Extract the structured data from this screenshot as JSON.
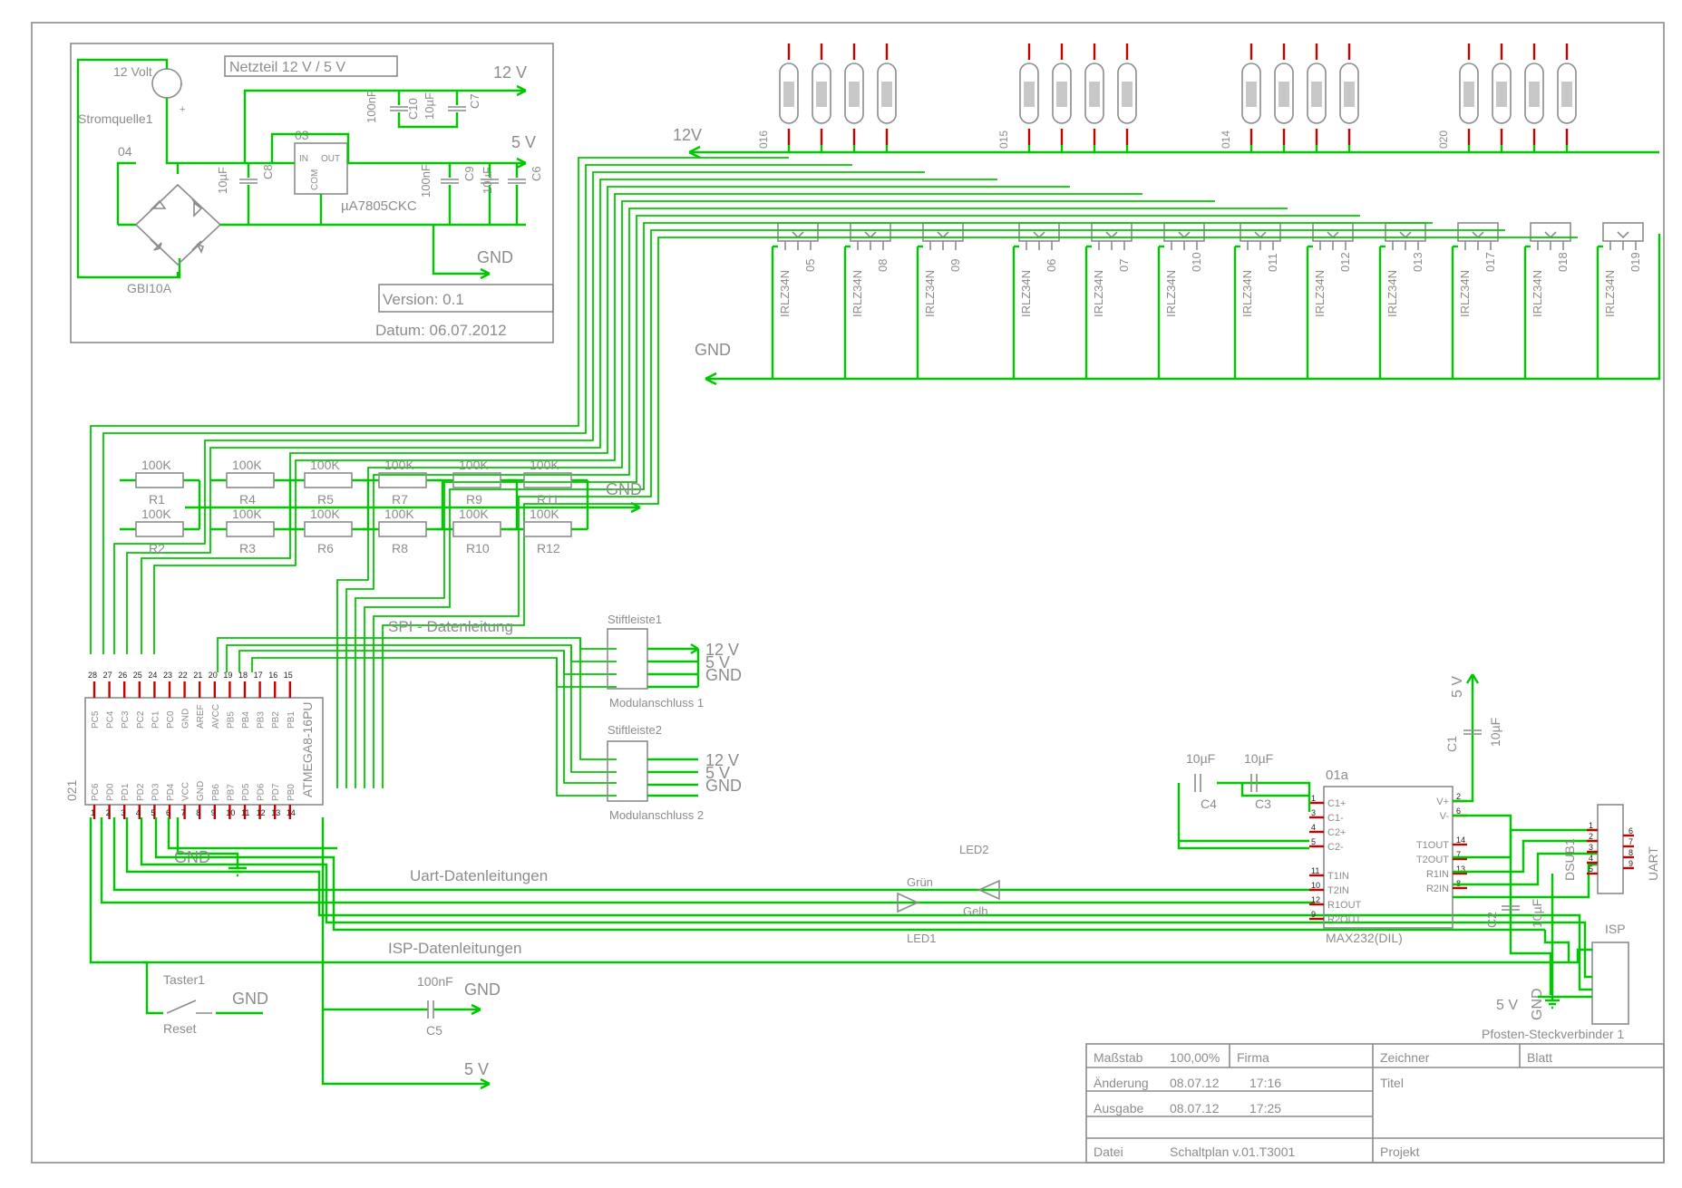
{
  "power_supply": {
    "title": "Netzteil 12 V / 5 V",
    "source_voltage": "12 Volt",
    "source_name": "Stromquelle1",
    "rectifier_name": "04",
    "rectifier_type": "GBI10A",
    "regulator_name": "03",
    "regulator_type": "µA7805CKC",
    "reg_pins": [
      "IN",
      "OUT",
      "COM"
    ],
    "caps": [
      "C8",
      "10µF",
      "100nF",
      "C10",
      "10µF",
      "C7",
      "100nF",
      "C9",
      "10µF",
      "C6"
    ],
    "out_12v": "12 V",
    "out_5v": "5 V",
    "gnd": "GND",
    "version": "Version:  0.1",
    "date": "Datum:  06.07.2012"
  },
  "tube_groups": [
    "016",
    "015",
    "014",
    "020"
  ],
  "rail_12v": "12V",
  "rail_gnd": "GND",
  "mosfet_type": "IRLZ34N",
  "mosfets": [
    "05",
    "08",
    "09",
    "06",
    "07",
    "010",
    "011",
    "012",
    "013",
    "017",
    "018",
    "019"
  ],
  "resistors": {
    "top_row": [
      "R1",
      "R4",
      "R5",
      "R7",
      "R9",
      "R11"
    ],
    "bottom_row": [
      "R2",
      "R3",
      "R6",
      "R8",
      "R10",
      "R12"
    ],
    "value": "100K",
    "gnd": "GND"
  },
  "mcu": {
    "name": "021",
    "type": "ATMEGA8-16PU",
    "top_pins": [
      "PC5",
      "PC4",
      "PC3",
      "PC2",
      "PC1",
      "PC0",
      "GND",
      "AREF",
      "AVCC",
      "PB5",
      "PB4",
      "PB3",
      "PB2",
      "PB1"
    ],
    "top_nums": [
      "28",
      "27",
      "26",
      "25",
      "24",
      "23",
      "22",
      "21",
      "20",
      "19",
      "18",
      "17",
      "16",
      "15"
    ],
    "bottom_pins": [
      "PC6",
      "PD0",
      "PD1",
      "PD2",
      "PD3",
      "PD4",
      "VCC",
      "GND",
      "PB6",
      "PB7",
      "PD5",
      "PD6",
      "PD7",
      "PB0"
    ],
    "bottom_nums": [
      "1",
      "2",
      "3",
      "4",
      "5",
      "6",
      "7",
      "8",
      "9",
      "10",
      "11",
      "12",
      "13",
      "14"
    ],
    "gnd": "GND"
  },
  "spi": {
    "label": "SPI - Datenleitung",
    "header1": "Stiftleiste1",
    "header1_caption": "Modulanschluss 1",
    "header2": "Stiftleiste2",
    "header2_caption": "Modulanschluss 2",
    "rails": [
      "12 V",
      "5 V",
      "GND"
    ]
  },
  "uart_label": "Uart-Datenleitungen",
  "isp_label": "ISP-Datenleitungen",
  "leds": {
    "led1": "LED1",
    "led1_color": "Grün",
    "led2": "LED2",
    "led2_color": "Gelb"
  },
  "reset": {
    "name": "Taster1",
    "caption": "Reset",
    "gnd": "GND"
  },
  "c5": {
    "value": "100nF",
    "name": "C5",
    "gnd": "GND"
  },
  "supply_5v": "5 V",
  "max232": {
    "name": "01a",
    "type": "MAX232(DIL)",
    "left_pins": [
      "C1+",
      "C1-",
      "C2+",
      "C2-",
      "T1IN",
      "T2IN",
      "R1OUT",
      "R2OUT"
    ],
    "left_nums": [
      "1",
      "3",
      "4",
      "5",
      "11",
      "10",
      "12",
      "9"
    ],
    "right_pins": [
      "V+",
      "V-",
      "T1OUT",
      "T2OUT",
      "R1IN",
      "R2IN"
    ],
    "right_nums": [
      "2",
      "6",
      "14",
      "7",
      "13",
      "8"
    ],
    "c4": "C4",
    "c3": "C3",
    "c1": "C1",
    "c2": "C2",
    "cap_value": "10µF",
    "supply": "5 V"
  },
  "dsub": {
    "name": "DSUB1",
    "caption": "UART",
    "pins": [
      "1",
      "2",
      "3",
      "4",
      "5",
      "6",
      "7",
      "8",
      "9"
    ]
  },
  "isp": {
    "name": "ISP",
    "caption": "Pfosten-Steckverbinder 1",
    "gnd": "GND",
    "vcc": "5 V"
  },
  "title_block": {
    "massstab_label": "Maßstab",
    "massstab_value": "100,00%",
    "firma_label": "Firma",
    "zeichner_label": "Zeichner",
    "blatt_label": "Blatt",
    "aenderung_label": "Änderung",
    "aenderung_date": "08.07.12",
    "aenderung_time": "17:16",
    "titel_label": "Titel",
    "ausgabe_label": "Ausgabe",
    "ausgabe_date": "08.07.12",
    "ausgabe_time": "17:25",
    "datei_label": "Datei",
    "datei_value": "Schaltplan v.01.T3001",
    "projekt_label": "Projekt"
  }
}
